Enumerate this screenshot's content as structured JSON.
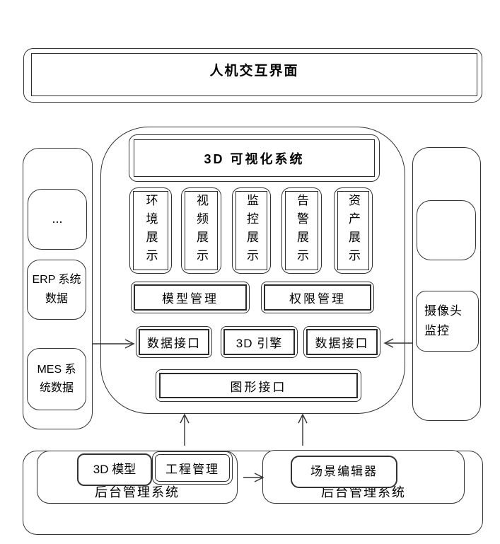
{
  "colors": {
    "line": "#333333",
    "background": "#ffffff",
    "text": "#000000"
  },
  "title_banner": {
    "label": "人机交互界面"
  },
  "visualization": {
    "title": "3D 可视化系统",
    "display_modules": [
      "环境展示",
      "视频展示",
      "监控展示",
      "告警展示",
      "资产展示"
    ],
    "management_modules": [
      "模型管理",
      "权限管理"
    ],
    "interface_row": [
      "数据接口",
      "3D 引擎",
      "数据接口"
    ],
    "graphics_interface": "图形接口"
  },
  "data_sources": {
    "items": [
      "...",
      "ERP 系统数据",
      "MES 系统数据"
    ]
  },
  "camera_panel": {
    "monitor_label": "摄像头监控"
  },
  "backend_left": {
    "label": "后台管理系统",
    "modules": [
      "3D 模型",
      "工程管理"
    ]
  },
  "backend_right": {
    "label": "后台管理系统",
    "modules": [
      "场景编辑器"
    ]
  }
}
